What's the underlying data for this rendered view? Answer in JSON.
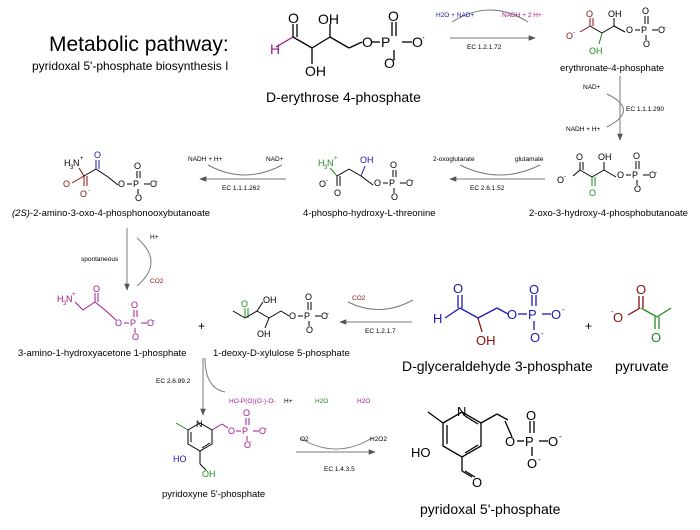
{
  "header": {
    "title": "Metabolic pathway:",
    "subtitle": "pyridoxal 5'-phosphate biosynthesis I"
  },
  "compounds": {
    "erythrose4p": "D-erythrose 4-phosphate",
    "erythronate4p": "erythronate-4-phosphate",
    "oxohydroxy": "2-oxo-3-hydroxy-4-phosphobutanoate",
    "phosphohydroxythreonine": "4-phospho-hydroxy-L-threonine",
    "amino_oxo_prefix": "(2S)",
    "amino_oxo_rest": "-2-amino-3-oxo-4-phosphonooxybutanoate",
    "aminoacetone": "3-amino-1-hydroxyacetone 1-phosphate",
    "deoxyxylulose": "1-deoxy-D-xylulose 5-phosphate",
    "g3p": "D-glyceraldehyde 3-phosphate",
    "pyruvate": "pyruvate",
    "pyridoxine5p": "pyridoxyne 5'-phosphate",
    "plp": "pyridoxal 5'-phosphate"
  },
  "reactions": {
    "r1": {
      "ec": "EC 1.2.1.72",
      "in": "H2O + NAD+",
      "out": "NADH + 2 H+"
    },
    "r2": {
      "ec": "EC 1.1.1.290",
      "in": "NAD+",
      "out": "NADH + H+"
    },
    "r3": {
      "ec": "EC 2.6.1.52",
      "in": "glutamate",
      "out": "2-oxoglutarate"
    },
    "r4": {
      "ec": "EC 1.1.1.262",
      "in": "NAD+",
      "out": "NADH + H+"
    },
    "r5": {
      "note": "spontaneous",
      "in": "H+",
      "out": "CO2"
    },
    "r6": {
      "ec": "EC 1.2.1.7",
      "out": "CO2"
    },
    "r7": {
      "ec": "EC 2.6.99.2"
    },
    "r8": {
      "ec": "EC 1.4.3.5",
      "in": "O2",
      "out": "H2O2"
    }
  },
  "byproducts": {
    "phosphate": "HO-P(O)(O-)-O-",
    "proton": "H+",
    "water": "H2O",
    "water2": "H2O"
  },
  "operators": {
    "plus1": "+",
    "plus2": "+"
  },
  "colors": {
    "black": "#000000",
    "blue": "#1a1ab3",
    "red": "#8b1010",
    "green": "#1f8a1f",
    "magenta": "#a0188c",
    "arrow": "#7a7a7a"
  }
}
